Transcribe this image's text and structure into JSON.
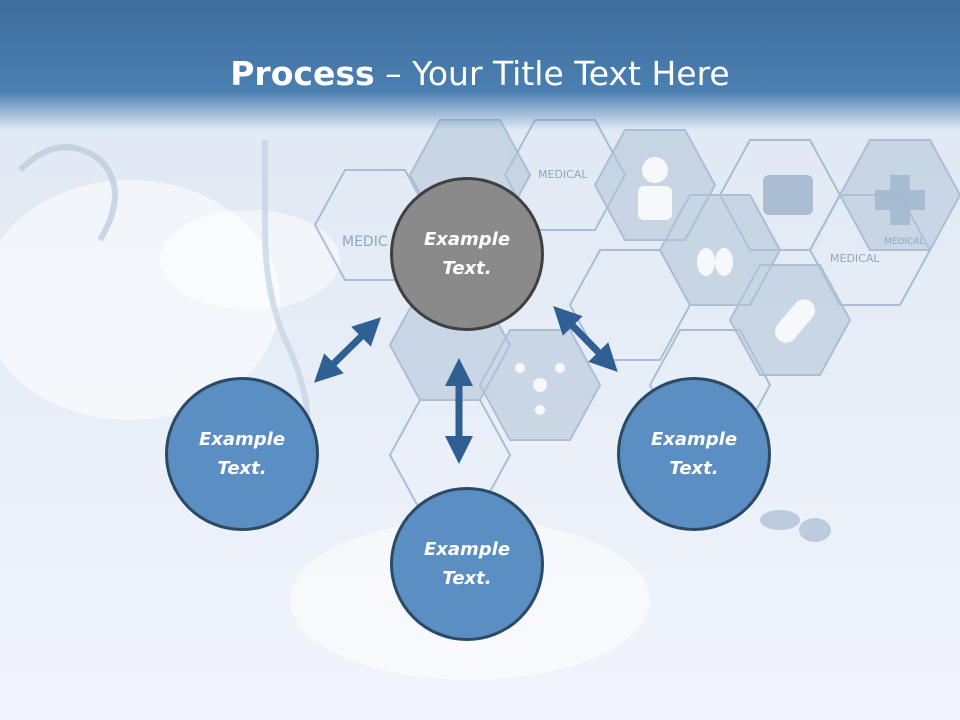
{
  "title": {
    "strong": "Process",
    "rest": " – Your Title Text Here"
  },
  "nodes": [
    {
      "id": "top",
      "label": "Example\nText.",
      "color": "#8a8a8a"
    },
    {
      "id": "left",
      "label": "Example\nText.",
      "color": "#5b8ec3"
    },
    {
      "id": "bottom",
      "label": "Example\nText.",
      "color": "#5b8ec3"
    },
    {
      "id": "right",
      "label": "Example\nText.",
      "color": "#5b8ec3"
    }
  ],
  "background_labels": [
    "MEDICAL",
    "MEDIC",
    "MEDICAL",
    "MEDICAL"
  ],
  "colors": {
    "header": "#4b7fb1",
    "arrow": "#2f5f93",
    "node_blue": "#5b8ec3",
    "node_gray": "#8a8a8a"
  }
}
